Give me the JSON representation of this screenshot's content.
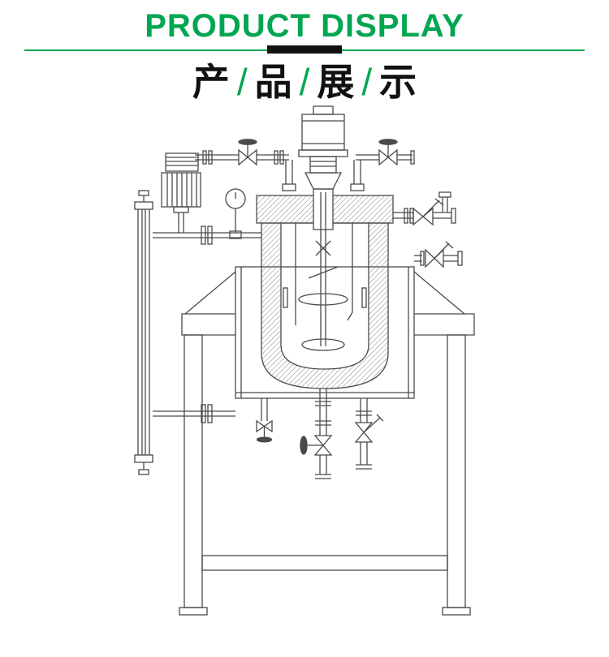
{
  "colors": {
    "accent": "#00a651",
    "ink": "#111111",
    "line": "#4a4a4a"
  },
  "header": {
    "title": "PRODUCT DISPLAY"
  },
  "subtitle": {
    "chars": [
      "产",
      "品",
      "展",
      "示"
    ],
    "separator": "/"
  }
}
